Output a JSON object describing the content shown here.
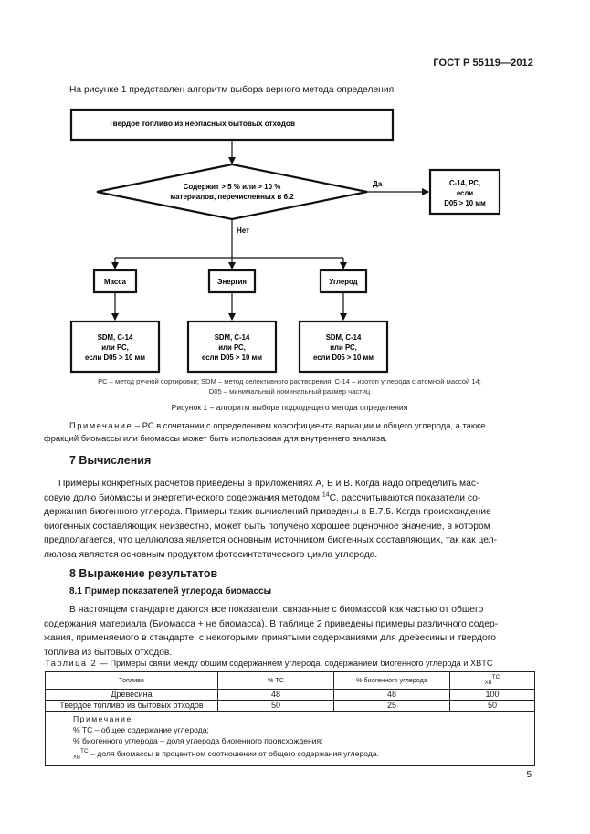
{
  "header": {
    "standard": "ГОСТ Р 55119—2012"
  },
  "intro": "На рисунке 1 представлен алгоритм выбора верного метода определения.",
  "figure": {
    "top_box": "Твердое топливо из неопасных бытовых отходов",
    "decision_line1": "Содержит > 5 % или > 10 %",
    "decision_line2": "материалов, перечисленных в 6.2",
    "yes_label": "Да",
    "no_label": "Нет",
    "yes_box_line1": "С-14, РС,",
    "yes_box_line2": "если",
    "yes_box_line3": "D05 > 10 мм",
    "branches": [
      "Масса",
      "Энергия",
      "Углерод"
    ],
    "result_line1": "SDM, С-14",
    "result_line2": "или РС,",
    "result_line3": "если D05 > 10 мм",
    "legend_line1": "РС – метод ручной сортировки; SDM – метод селективного растворения; С-14 – изотоп углерода с атомной массой 14;",
    "legend_line2": "D05 – минимальный номинальный размер частиц",
    "caption": "Рисунок 1 – алгоритм выбора подходящего метода определения"
  },
  "note1": {
    "label": "Примечание",
    "text_line1": " – РС в сочетании с определением коэффициента вариации и общего углерода, а также",
    "text_line2": "фракций биомассы или биомассы может быть использован для внутреннего анализа."
  },
  "section7": {
    "title": "7 Вычисления",
    "line1": "Примеры конкретных расчетов приведены в приложениях А, Б и В. Когда надо определить мас-",
    "line2a": "совую долю биомассы и энергетического содержания методом ",
    "line2_sup": "14",
    "line2b": "С, рассчитываются показатели со-",
    "line3": "держания биогенного углерода. Примеры таких вычислений приведены в В.7.5. Когда происхождение",
    "line4": "биогенных составляющих неизвестно, может быть получено хорошее оценочное значение, в котором",
    "line5": "предполагается, что целлюлоза является основным источником биогенных составляющих, так как цел-",
    "line6": "люлоза является основным продуктом фотосинтетического цикла углерода."
  },
  "section8": {
    "title": "8 Выражение результатов",
    "sub_title": "8.1 Пример показателей углерода биомассы",
    "line1": "В настоящем стандарте даются все показатели, связанные с биомассой как частью от общего",
    "line2": "содержания материала (Биомасса + не биомасса). В таблице 2 приведены примеры различного содер-",
    "line3": "жания, применяемого в стандарте, с некоторыми принятыми содержаниями для древесины и твердого",
    "line4": "топлива из бытовых отходов."
  },
  "table2": {
    "caption_label": "Таблица 2",
    "caption_text": " — Примеры связи между общим содержанием углерода, содержанием биогенного углерода и XBTC",
    "headers": [
      "Топливо",
      "% TC",
      "% биогенного углерода",
      "TC"
    ],
    "header4_sub": "XB",
    "rows": [
      [
        "Древесина",
        "48",
        "48",
        "100"
      ],
      [
        "Твердое топливо из бытовых отходов",
        "50",
        "25",
        "50"
      ]
    ],
    "note_label": "Примечание",
    "note_line1": "% TC – общее содержание углерода;",
    "note_line2": "% биогенного углерода – доля углерода биогенного происхождения;",
    "note_line3_sub": "XB",
    "note_line3_sup": "TC",
    "note_line3_text": " – доля биомассы в процентном соотношении от общего содержания углерода."
  },
  "page_number": "5"
}
